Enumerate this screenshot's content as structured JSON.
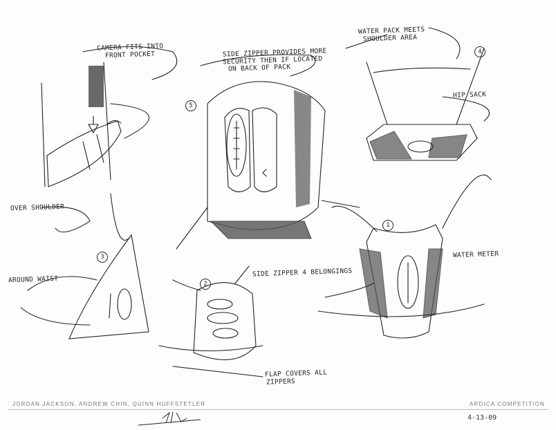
{
  "annotations": {
    "camera": [
      "CAMERA FITS INTO",
      "FRONT POCKET"
    ],
    "side_zipper_security": [
      "SIDE ZIPPER PROVIDES MORE",
      "SECURITY THEN IF LOCATED",
      "ON BACK OF PACK"
    ],
    "water_pack": [
      "WATER PACK MEETS",
      "SHOULDER AREA"
    ],
    "hip_sack": "HIP SACK",
    "over_shoulder": "OVER SHOULDER",
    "around_waist": "AROUND WAIST",
    "side_zipper_belongings": "SIDE ZIPPER 4 BELONGINGS",
    "water_meter": "WATER METER",
    "flap": [
      "FLAP COVERS ALL",
      "ZIPPERS"
    ]
  },
  "sketch_numbers": [
    "1",
    "2",
    "3",
    "4",
    "5"
  ],
  "footer": {
    "authors": "JORDAN JACKSON, ANDREW CHIN, QUINN HUFFSTETLER",
    "competition": "ARDICA COMPETITION",
    "date": "4-13-09",
    "signature": "JJ"
  }
}
